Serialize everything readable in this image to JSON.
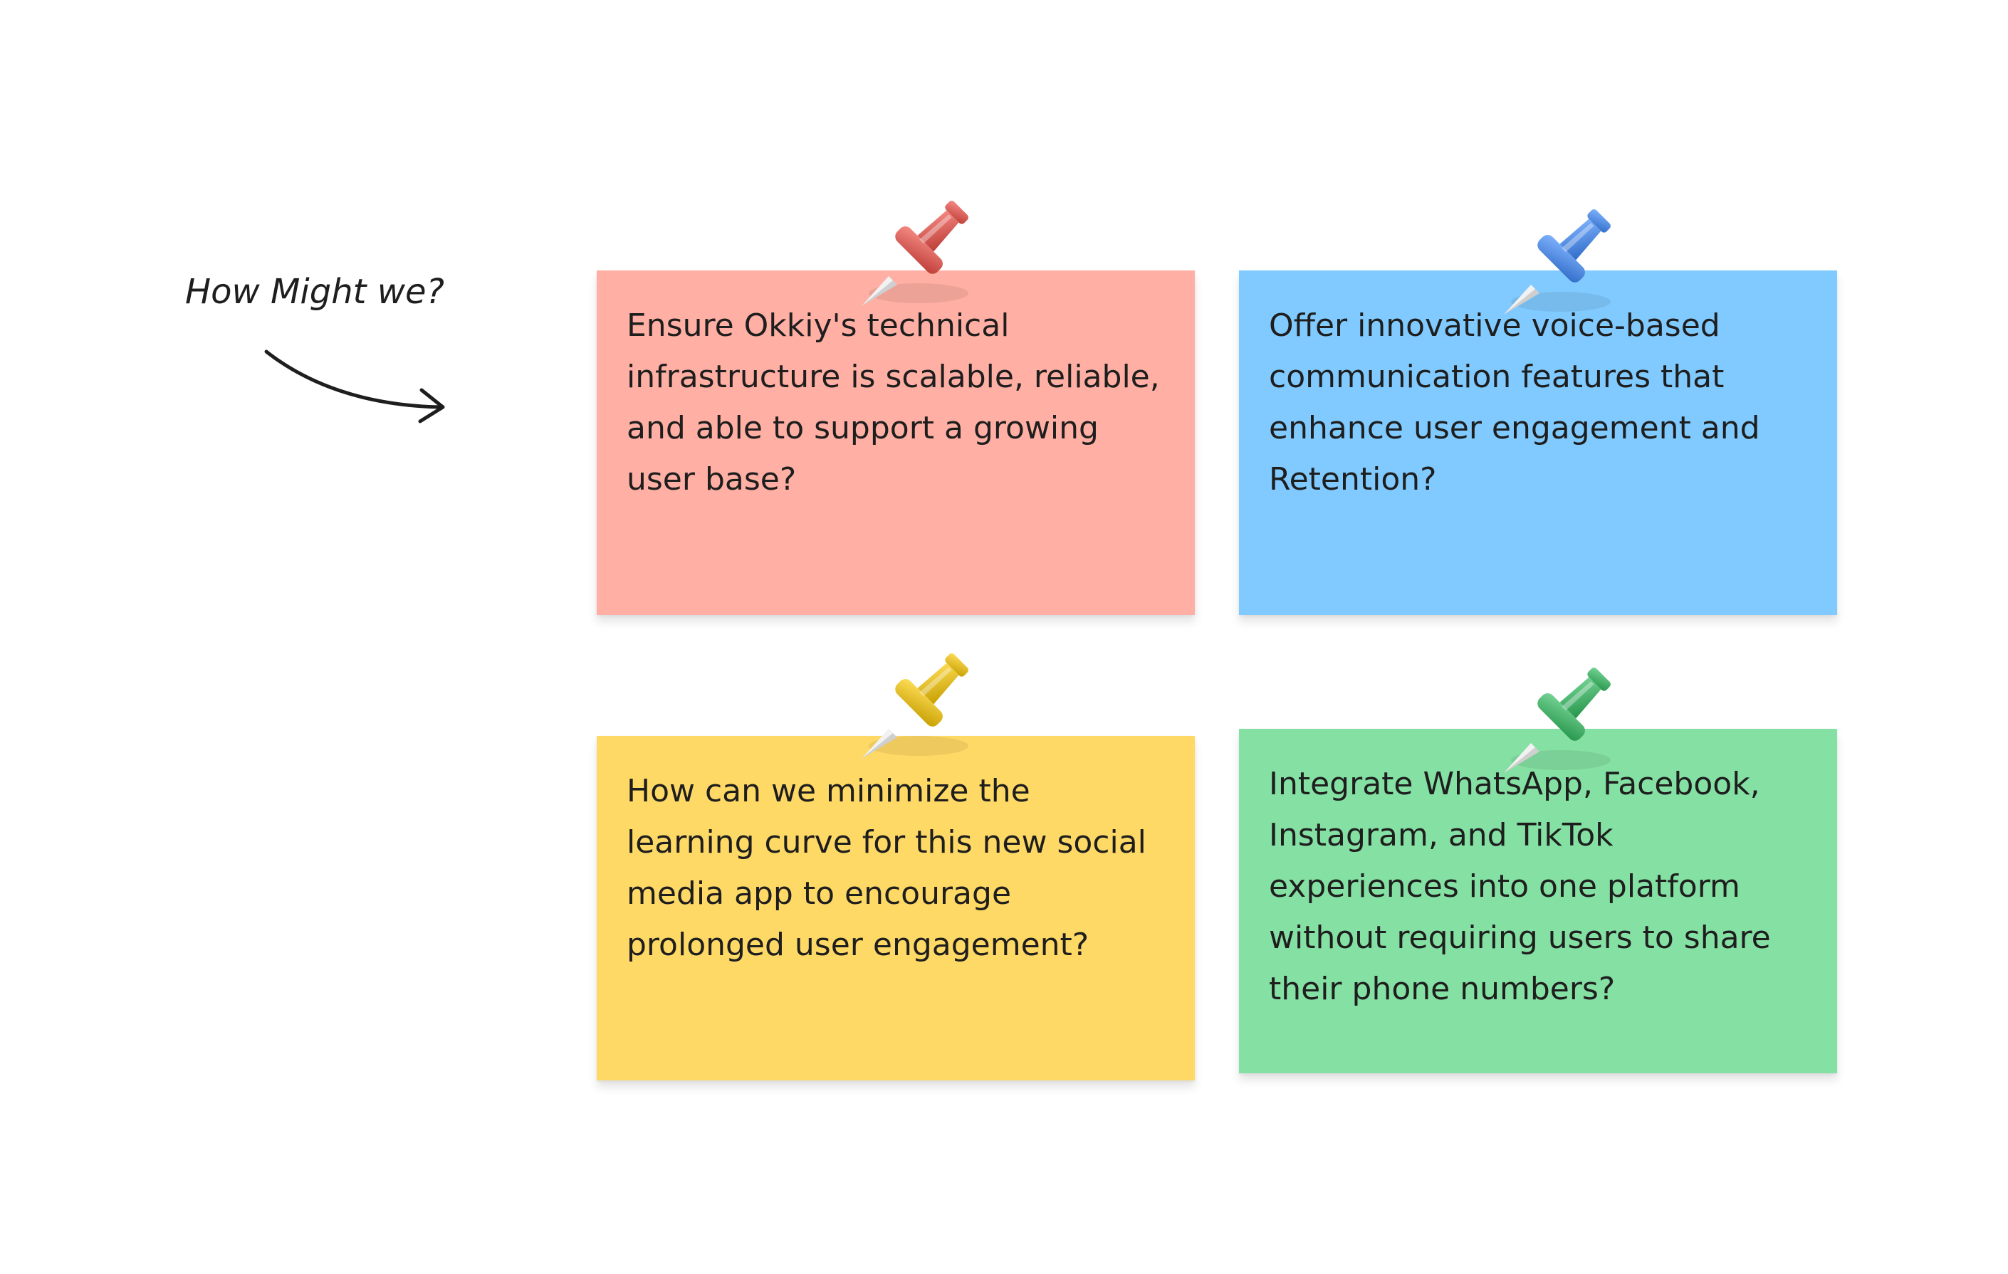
{
  "board": {
    "label": "How Might we?",
    "arrow_icon": "curved-arrow-right-icon"
  },
  "notes": [
    {
      "id": "red",
      "color": "#ffafa3",
      "pin_color": "#f24e45",
      "pin_icon": "pushpin-icon",
      "text": "Ensure Okkiy's technical infrastructure is scalable, reliable, and able to support a growing user base?"
    },
    {
      "id": "blue",
      "color": "#80caff",
      "pin_color": "#3d8bff",
      "pin_icon": "pushpin-icon",
      "text": "Offer innovative voice-based communication features that enhance user engagement and Retention?"
    },
    {
      "id": "yellow",
      "color": "#ffd966",
      "pin_color": "#ffcc00",
      "pin_icon": "pushpin-icon",
      "text": "How can we minimize the learning curve for this new social media app to encourage prolonged user engagement?"
    },
    {
      "id": "green",
      "color": "#85e0a3",
      "pin_color": "#2fbf5f",
      "pin_icon": "pushpin-icon",
      "text": "Integrate WhatsApp, Facebook, Instagram, and TikTok experiences into one platform without requiring users to share their phone numbers?"
    }
  ]
}
